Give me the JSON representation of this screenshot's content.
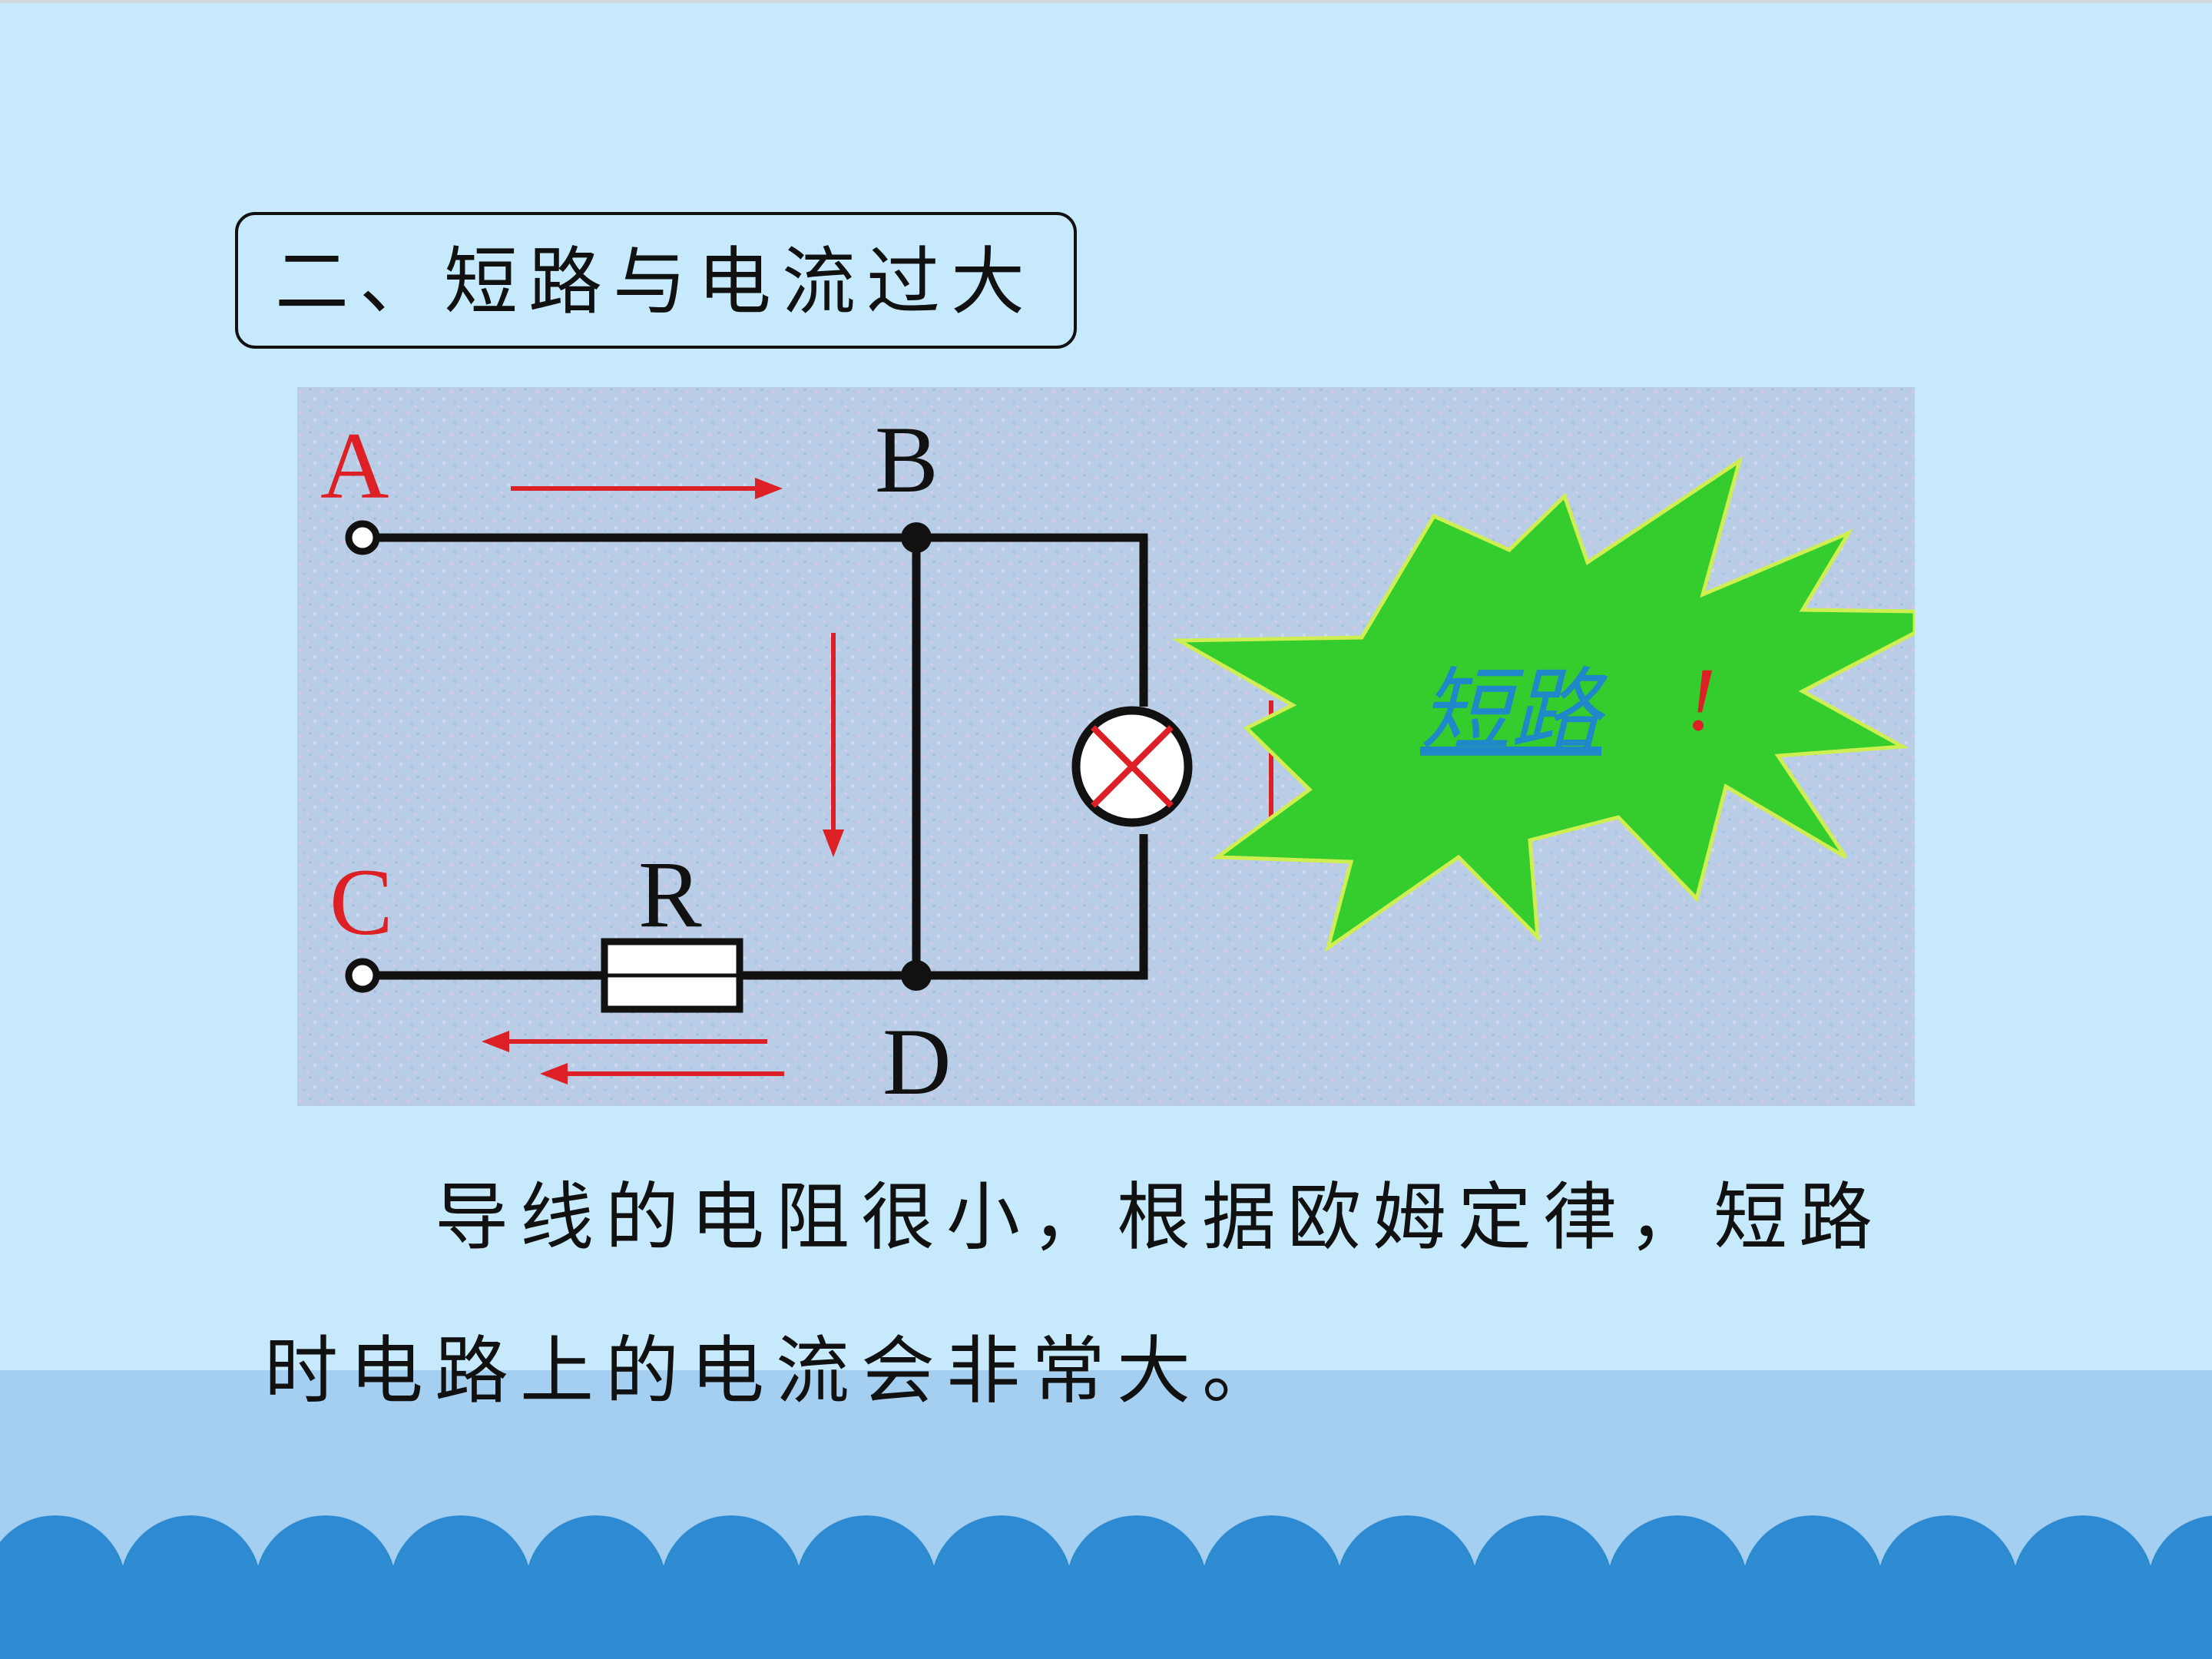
{
  "slide": {
    "title": "二、短路与电流过大",
    "paragraph_line1": "导线的电阻很小，根据欧姆定律，短路",
    "paragraph_line2": "时电路上的电流会非常大。"
  },
  "diagram": {
    "node_labels": {
      "a": "A",
      "b": "B",
      "c": "C",
      "d": "D",
      "r": "R"
    },
    "burst_text": "短路",
    "burst_mark": "!"
  },
  "colors": {
    "background": "#c6e9fb",
    "bottom_band": "#a5cff0",
    "waves": "#2e8bd2",
    "circuit_panel": "#b7cbe5",
    "wire": "#111111",
    "current_arrow": "#dd1f26",
    "burst_fill": "#35cc2d",
    "burst_text": "#1e88c8"
  },
  "icons": {
    "lamp": "lamp-symbol-icon",
    "resistor": "resistor-symbol-icon",
    "burst": "starburst-shape"
  }
}
